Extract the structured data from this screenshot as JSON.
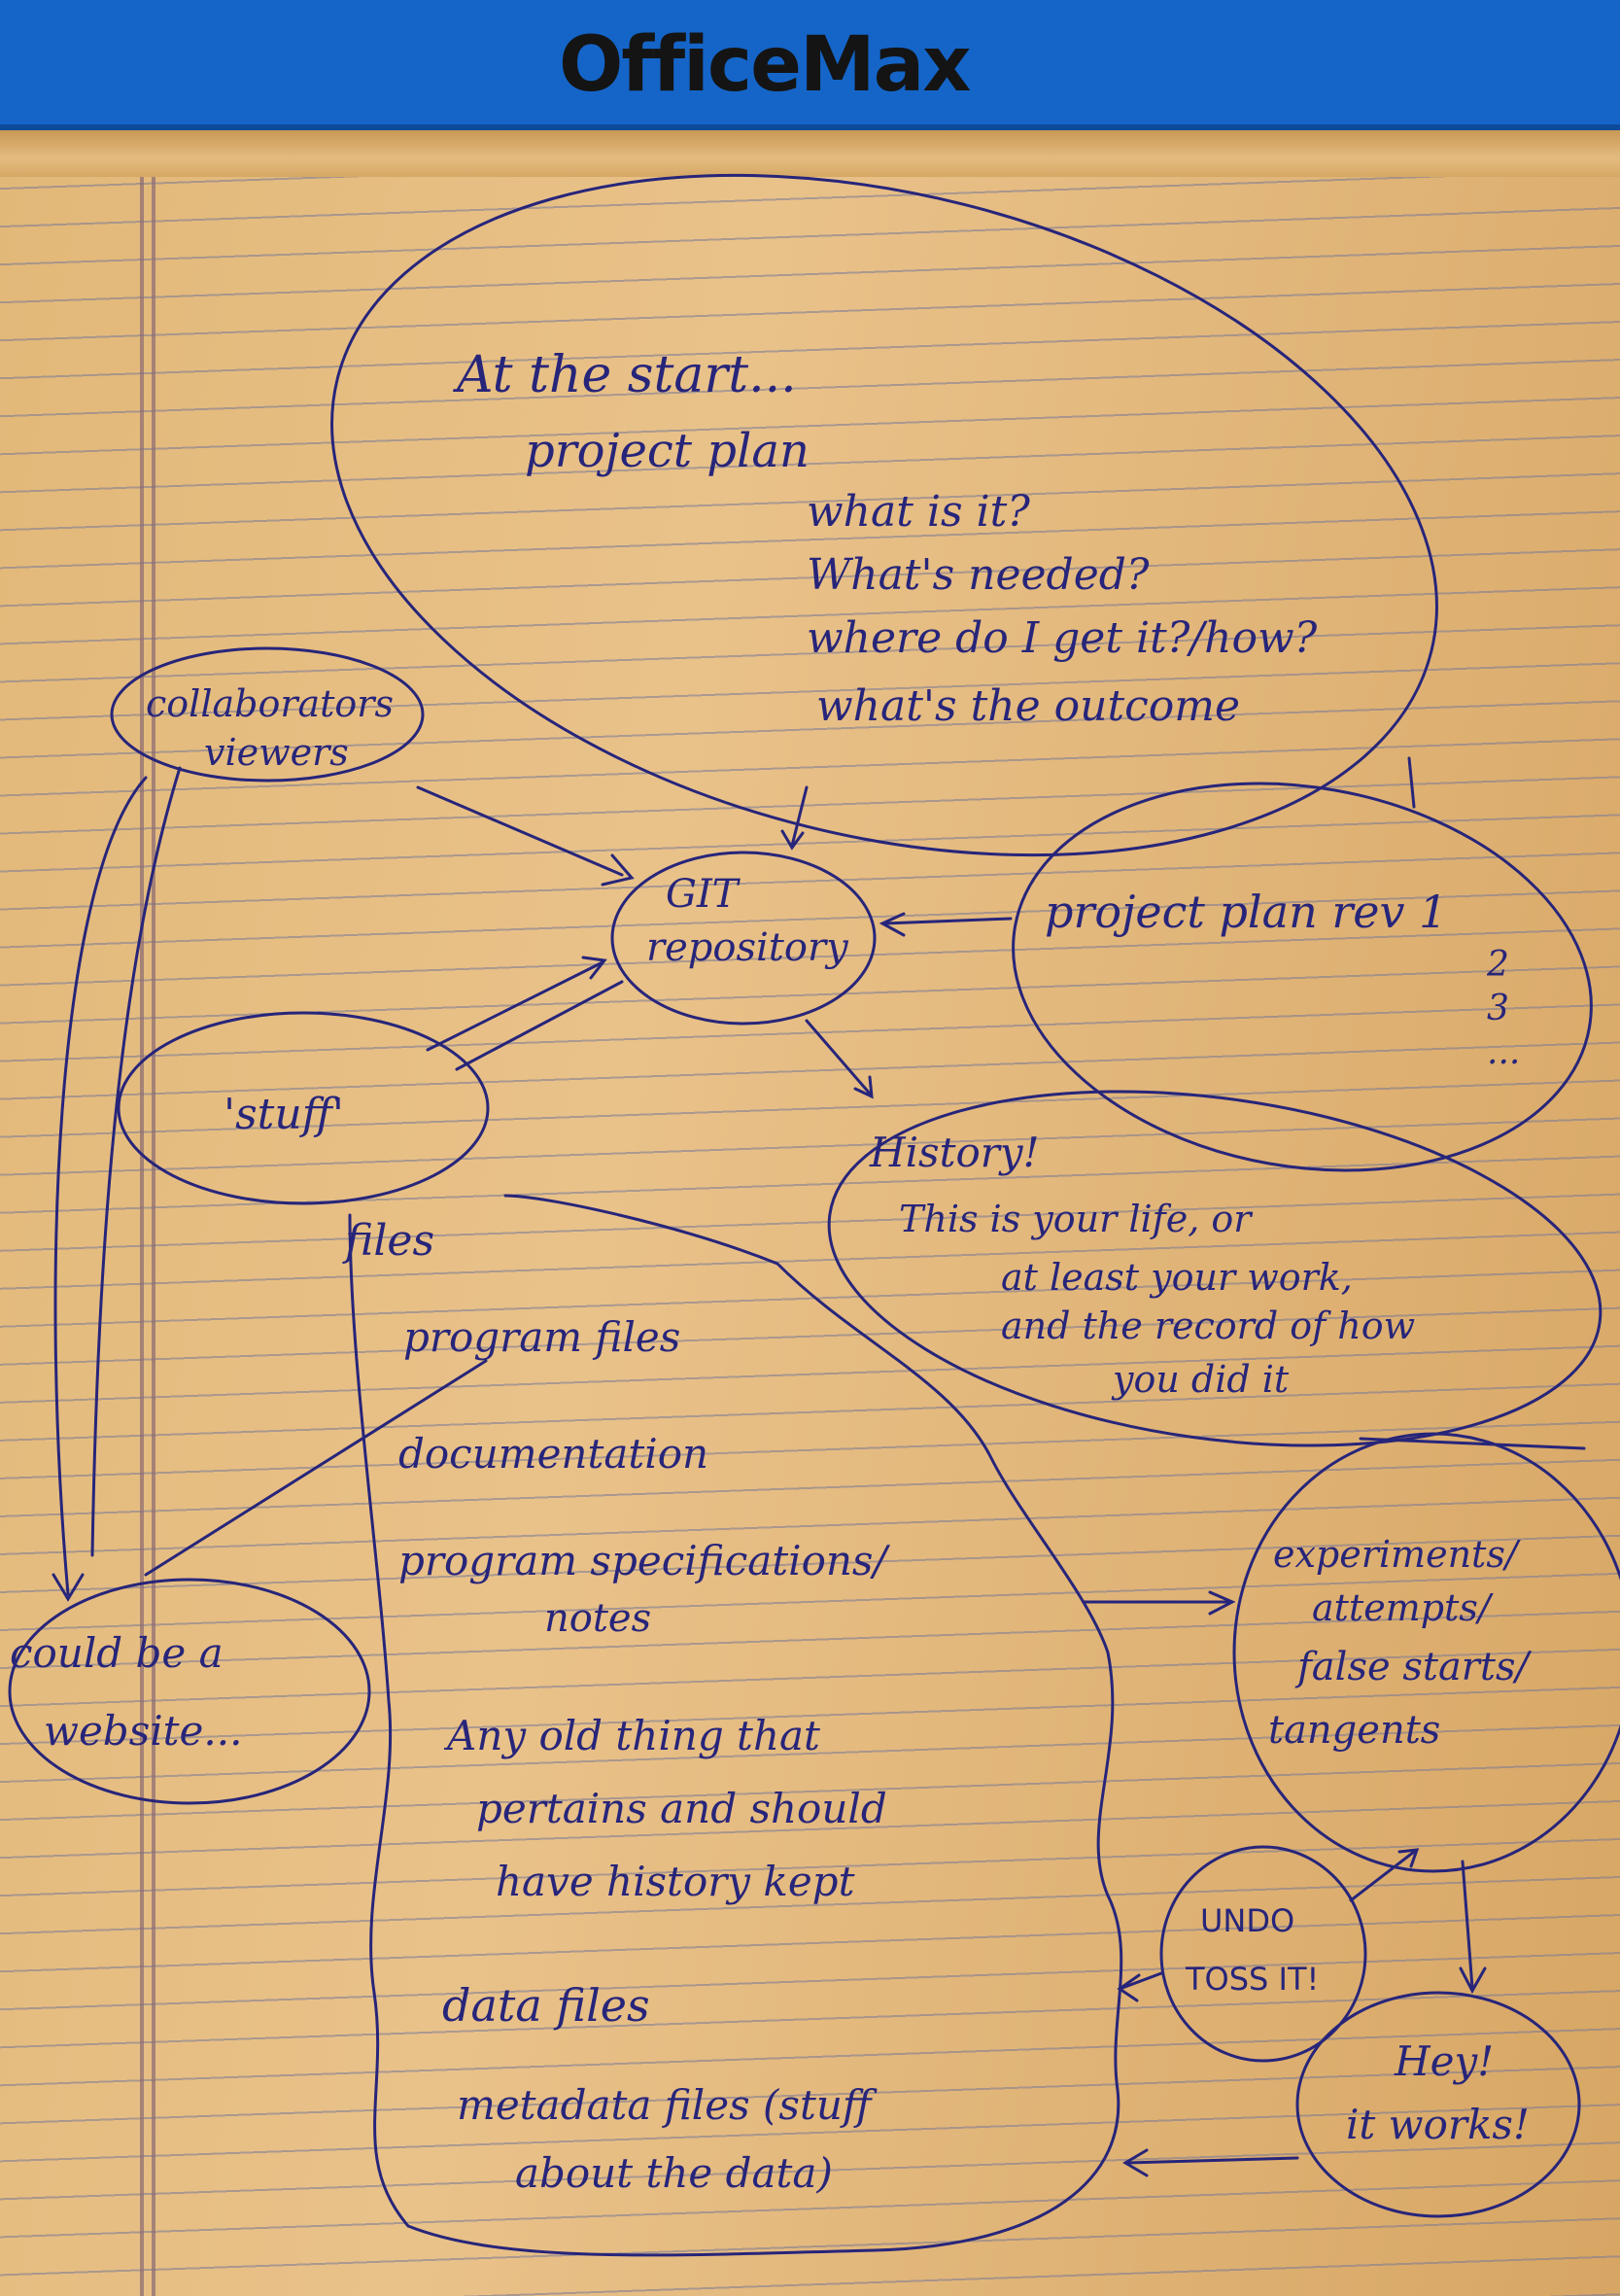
{
  "pad": {
    "brand": "OfficeMax"
  },
  "notes": {
    "plan": [
      "At the start...",
      "project plan",
      "what is it?",
      "What's needed?",
      "where do I get it?/how?",
      "what's the outcome"
    ],
    "collaborators": [
      "collaborators",
      "viewers"
    ],
    "repository": [
      "GIT",
      "repository"
    ],
    "plan_rev": [
      "project plan rev 1",
      "2",
      "3",
      "..."
    ],
    "stuff": "'stuff'",
    "files": [
      "files",
      "program files",
      "documentation",
      "program specifications/",
      "notes",
      "Any old thing that",
      "pertains and should",
      "have history kept",
      "data files",
      "metadata files (stuff",
      "about the data)"
    ],
    "history": [
      "History!",
      "This is your life, or",
      "at least your work,",
      "and the record of how",
      "you did it"
    ],
    "website": [
      "could be a",
      "website..."
    ],
    "experiments": [
      "experiments/",
      "attempts/",
      "false starts/",
      "tangents"
    ],
    "undo": [
      "UNDO",
      "TOSS IT!"
    ],
    "works": [
      "Hey!",
      "it works!"
    ]
  },
  "colors": {
    "ink": "#27257a",
    "header": "#1565c8",
    "paper": "#e9c28a"
  }
}
